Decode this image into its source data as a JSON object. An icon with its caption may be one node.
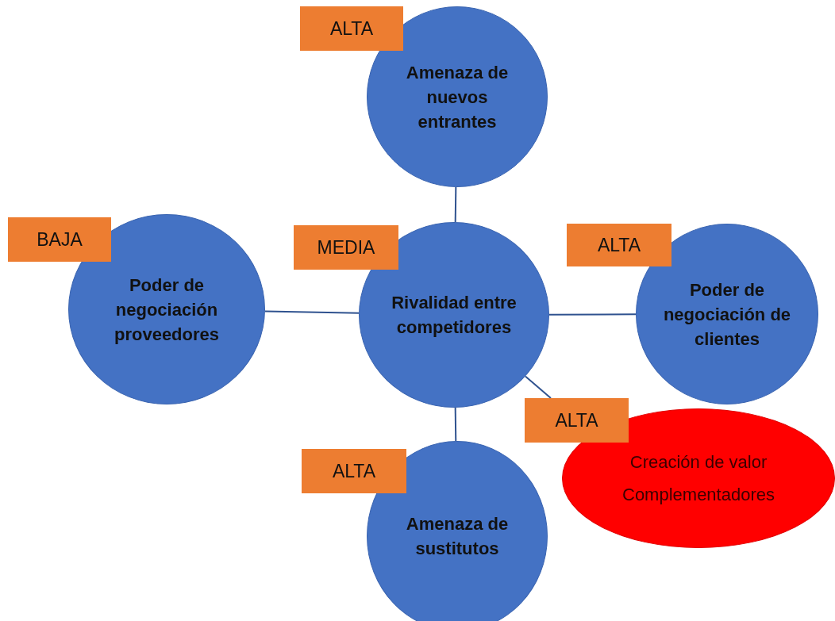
{
  "diagram": {
    "nodes": [
      {
        "text": [
          "ALTA"
        ]
      },
      {
        "text": [
          "Amenaza de nuevos entrantes"
        ]
      },
      {
        "text": [
          "BAJA"
        ]
      },
      {
        "text": [
          "Poder de negociación proveedores"
        ]
      },
      {
        "text": [
          "MEDIA"
        ]
      },
      {
        "text": [
          "Rivalidad entre competidores"
        ]
      },
      {
        "text": [
          "ALTA"
        ]
      },
      {
        "text": [
          "Poder de negociación de clientes"
        ]
      },
      {
        "text": [
          "ALTA"
        ]
      },
      {
        "text": [
          "Creación de valor",
          "Complementadores"
        ]
      },
      {
        "text": [
          "ALTA"
        ]
      },
      {
        "text": [
          "Amenaza de sustitutos"
        ]
      }
    ],
    "edges": [
      {
        "from": 5,
        "to": 1,
        "arrow": "none"
      },
      {
        "from": 5,
        "to": 3,
        "arrow": "none"
      },
      {
        "from": 5,
        "to": 7,
        "arrow": "none"
      },
      {
        "from": 5,
        "to": 8,
        "arrow": "none"
      },
      {
        "from": 5,
        "to": 11,
        "arrow": "none"
      }
    ]
  }
}
